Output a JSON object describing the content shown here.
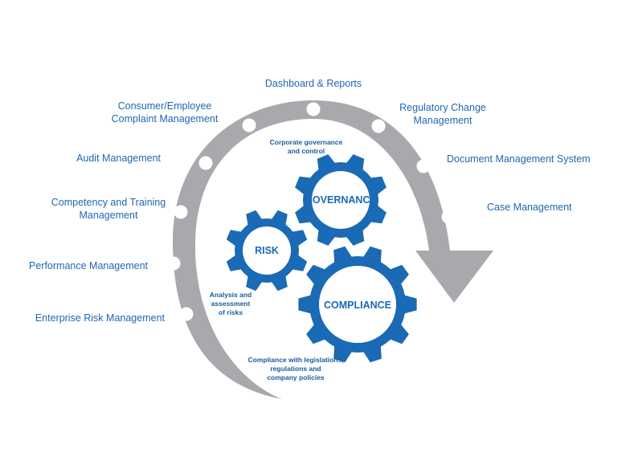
{
  "modules": {
    "dashboard": "Dashboard & Reports",
    "regulatory": {
      "line1": "Regulatory Change",
      "line2": "Management"
    },
    "document": "Document Management System",
    "case": "Case Management",
    "complaint": {
      "line1": "Consumer/Employee",
      "line2": "Complaint Management"
    },
    "audit": "Audit Management",
    "competency": {
      "line1": "Competency and Training",
      "line2": "Management"
    },
    "performance": "Performance Management",
    "enterprise_risk": "Enterprise Risk Management"
  },
  "gears": {
    "governance": "GOVERNANCE",
    "risk": "RISK",
    "compliance": "COMPLIANCE"
  },
  "notes": {
    "governance": {
      "line1": "Corporate governance",
      "line2": "and control"
    },
    "risk": {
      "line1": "Analysis and",
      "line2": "assessment",
      "line3": "of risks"
    },
    "compliance": {
      "line1": "Compliance with legislations,",
      "line2": "regulations and",
      "line3": "company policies"
    }
  },
  "colors": {
    "arrow": "#a7a9ac",
    "gear": "#1a6ab5",
    "text": "#1f67b1",
    "dot": "#ffffff"
  }
}
